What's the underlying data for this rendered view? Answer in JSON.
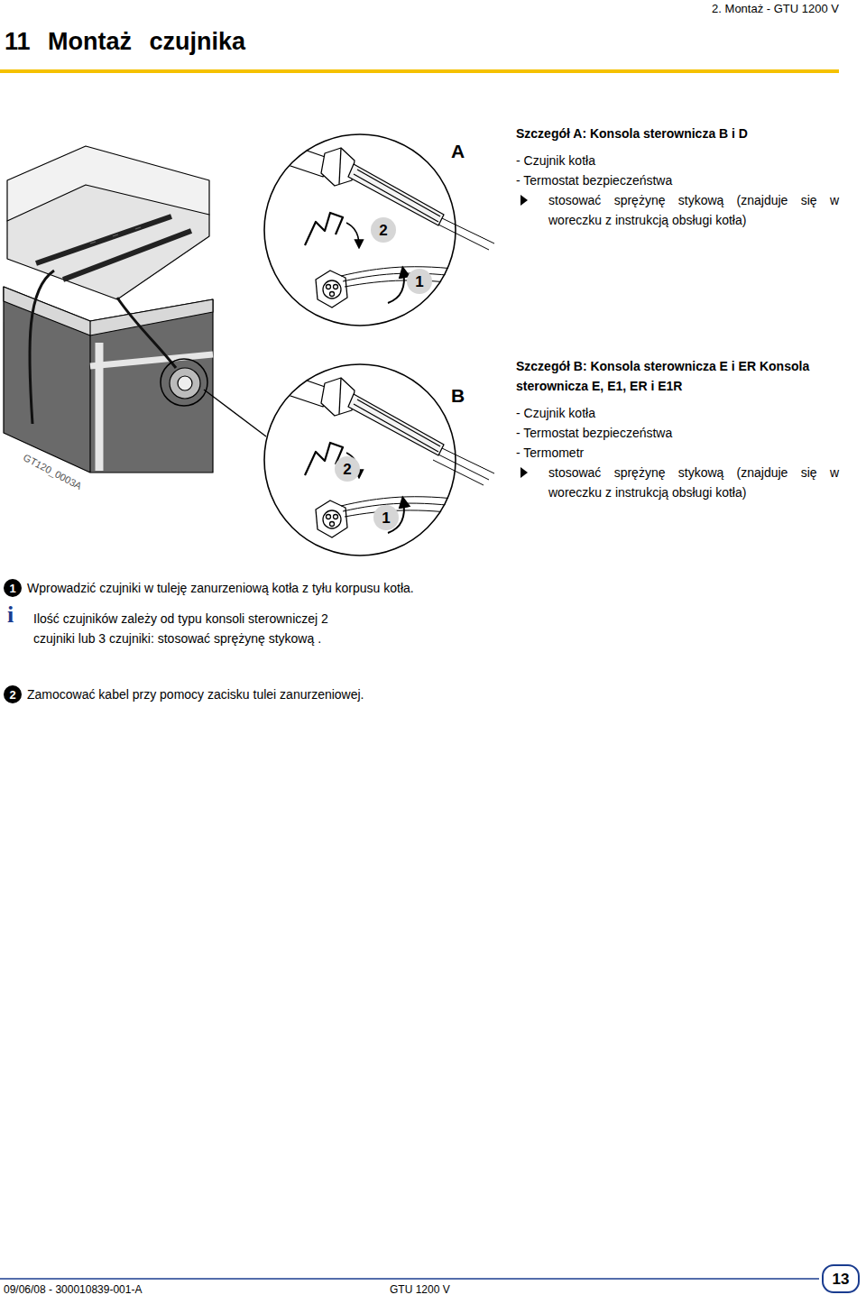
{
  "diagram": {
    "title": "11 Montaż czujnika",
    "nodes": [
      {
        "text": [
          "A"
        ]
      },
      {
        "text": [
          "2"
        ],
        "in": 0
      },
      {
        "text": [
          "1"
        ],
        "in": 0
      },
      {
        "text": [
          "B"
        ]
      },
      {
        "text": [
          "2"
        ],
        "in": 3
      },
      {
        "text": [
          "1"
        ],
        "in": 3
      },
      {
        "text": [
          "1"
        ]
      },
      {
        "text": [
          "2"
        ]
      },
      {
        "text": [
          "13"
        ]
      }
    ],
    "labels": [
      "2. Montaż - GTU 1200 V",
      "Szczegół A: Konsola sterownicza B i D",
      "- Czujnik kotła",
      "- Termostat bezpieczeństwa",
      "stosować sprężynę stykową (znajduje się w woreczku z instrukcją obsługi kotła)",
      "Szczegół B: Konsola sterownicza E i ER Konsola sterownicza E, E1, ER i E1R",
      "- Czujnik kotła",
      "- Termostat bezpieczeństwa",
      "- Termometr",
      "stosować sprężynę stykową (znajduje się w woreczku z instrukcją obsługi kotła)",
      "GT120_0003A",
      "Wprowadzić czujniki w tuleję zanurzeniową kotła z tyłu korpusu kotła.",
      "i",
      "Ilość czujników zależy od typu konsoli sterowniczej 2 czujniki lub 3 czujniki: stosować sprężynę stykową .",
      "Zamocować kabel przy pomocy zacisku tulei zanurzeniowej.",
      "09/06/08 - 300010839-001-A",
      "GTU 1200 V"
    ]
  }
}
